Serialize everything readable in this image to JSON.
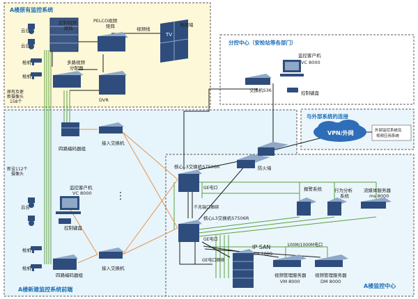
{
  "colors": {
    "old_zone_bg": "#fdf8d8",
    "new_zone_bg": "#e6f4fb",
    "center_zone_bg": "#eaf6fc",
    "zone_border": "#555555",
    "title_blue": "#1f6fb5",
    "device_blue": "#2e4d7d",
    "device_light": "#8fa8c8",
    "link_green": "#5a9e3c",
    "link_orange": "#e8934a",
    "link_black": "#1a1a1a",
    "vpn_cloud": "#2f6db8"
  },
  "zones": {
    "old_system": "A楼原有监控系统",
    "branch_center": "分控中心（安检站等各部门）",
    "external": "与外部系统的连接",
    "new_frontend": "A楼新建监控系统前端",
    "control_center": "A楼监控中心"
  },
  "labels": {
    "ptz_1": "云台",
    "ptz_2": "云台",
    "ptz_3": "云台",
    "gun_1": "枪机",
    "gun_2": "枪机",
    "gun_3": "枪机",
    "gun_4": "枪机",
    "original_cameras_line1": "原有及更",
    "original_cameras_line2": "新摄像头",
    "original_cameras_line3": "158个",
    "new_cameras_line1": "新设112个",
    "new_cameras_line2": "摄像头",
    "matrix_line1": "控制视频",
    "matrix_line2": "矩阵",
    "pelco_line1": "PELCO视频",
    "pelco_line2": "矩阵",
    "video_wall_top": "视频线",
    "tv_wall": "电视墙",
    "multi_dist_line1": "多路视频",
    "multi_dist_line2": "分配器",
    "dvr": "DVR",
    "encoder_old": "四路编码器组",
    "access_switch_1": "接入交换机",
    "access_switch_2": "接入交换机",
    "encoder_new": "四路编码器组",
    "client_new_line1": "监控客户机",
    "client_new_line2": "VC 8000",
    "keyboard_new": "控制键盘",
    "client_branch_line1": "监控客户机",
    "client_branch_line2": "VC 8000",
    "keyboard_branch": "控制键盘",
    "branch_switch": "交换机S36",
    "vpn": "VPN/外网",
    "ext_system_line1": "外部监控系统及",
    "ext_system_line2": "视频应用系统",
    "firewall": "防火墙",
    "core_switch_1": "核心L3交换机S7506R",
    "core_switch_2": "核心L3交换机S7506R",
    "ge_port_1": "GE电口",
    "ge_port_2": "GE电口",
    "dual_link": "千兆端口捆绑",
    "ge_bundle": "GE电口捆绑",
    "port_100": "100M/1000M电口",
    "alarm": "报警系统",
    "behavior_line1": "行为分析",
    "behavior_line2": "系统",
    "streaming_line1": "流媒体服务器",
    "streaming_line2": "ms 8000",
    "ipsan_line1": "IP SAN",
    "ipsan_line2": "EX 1000",
    "vm_line1": "视频管理服务器",
    "vm_line2": "VM 8000",
    "dm_line1": "视频管理服务器",
    "dm_line2": "DM 8000",
    "tv_glyph": "TV",
    "ellipsis": "⋮"
  }
}
